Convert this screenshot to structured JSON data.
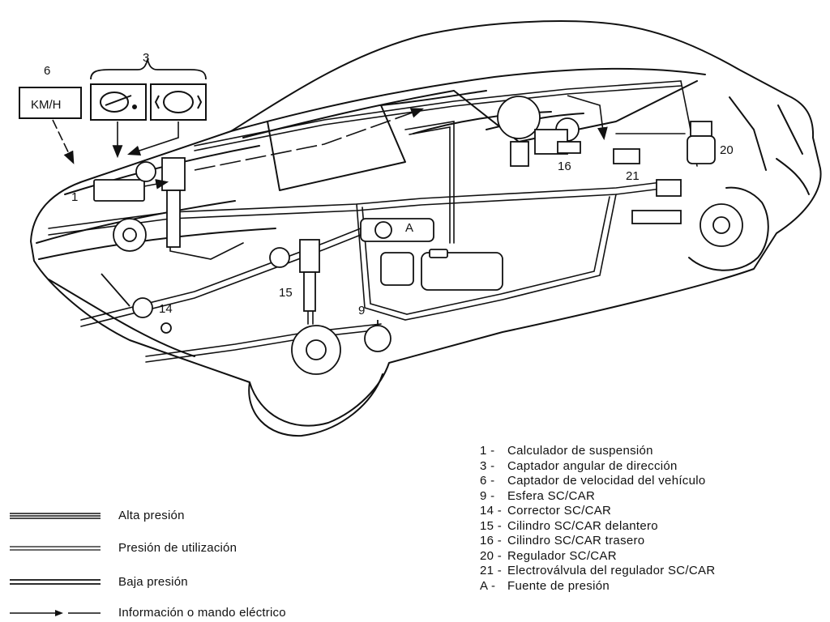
{
  "callouts": {
    "c6": "6",
    "c3": "3",
    "kmh": "KM/H",
    "c1": "1",
    "c14": "14",
    "c15": "15",
    "c9": "9",
    "cA": "A",
    "c16": "16",
    "c21": "21",
    "c20": "20"
  },
  "legend": [
    {
      "type": "alta",
      "label": "Alta presión"
    },
    {
      "type": "utilizacion",
      "label": "Presión de utilización"
    },
    {
      "type": "baja",
      "label": "Baja presión"
    },
    {
      "type": "electrico",
      "label": "Información o mando eléctrico"
    }
  ],
  "components": [
    {
      "num": "1 -",
      "text": "Calculador de suspensión"
    },
    {
      "num": "3 -",
      "text": "Captador angular de dirección"
    },
    {
      "num": "6 -",
      "text": "Captador de velocidad del vehículo"
    },
    {
      "num": "9 -",
      "text": "Esfera SC/CAR"
    },
    {
      "num": "14 -",
      "text": "Corrector SC/CAR"
    },
    {
      "num": "15 -",
      "text": "Cilindro SC/CAR delantero"
    },
    {
      "num": "16 -",
      "text": "Cilindro SC/CAR trasero"
    },
    {
      "num": "20 -",
      "text": "Regulador SC/CAR"
    },
    {
      "num": "21 -",
      "text": "Electroválvula del regulador SC/CAR"
    },
    {
      "num": "A -",
      "text": "Fuente de presión"
    }
  ]
}
